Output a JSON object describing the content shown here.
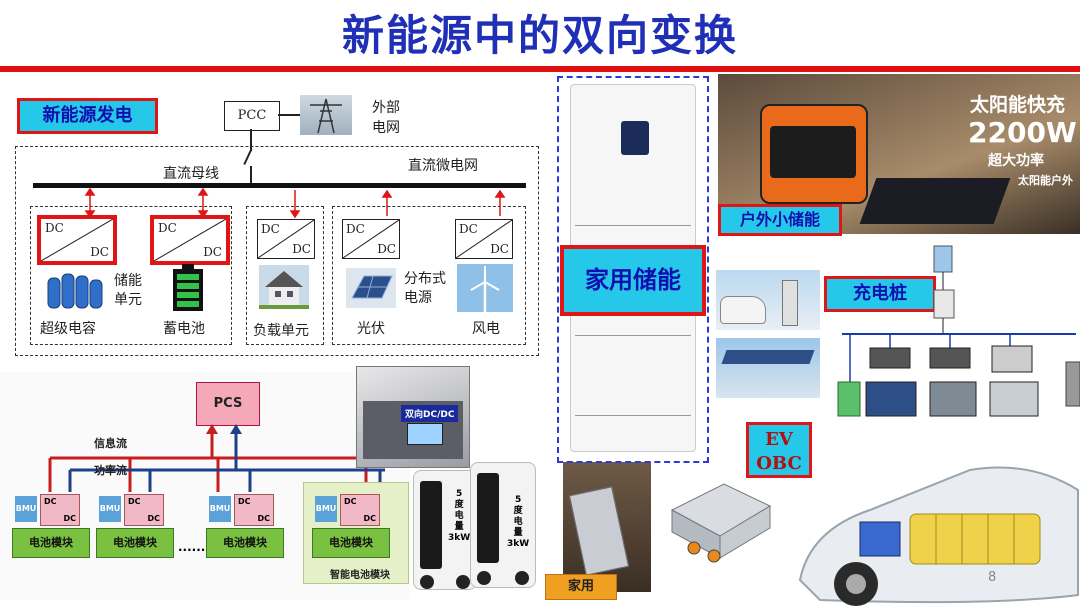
{
  "title": "新能源中的双向变换",
  "sections": {
    "renewable_gen": "新能源发电",
    "outdoor_storage": "户外小储能",
    "home_storage": "家用储能",
    "charging_pile": "充电桩",
    "ev_obc": "EV\nOBC"
  },
  "grid": {
    "pcc": "PCC",
    "external_grid": "外部\n电网",
    "dc_bus": "直流母线",
    "dc_microgrid": "直流微电网",
    "converter_top": "DC",
    "converter_bottom": "DC",
    "storage_unit": "储能\n单元",
    "distributed_source": "分布式\n电源",
    "labels": [
      "超级电容",
      "蓄电池",
      "负载单元",
      "光伏",
      "风电"
    ]
  },
  "outdoor_ad": {
    "line1": "太阳能快充",
    "line2": "2200W",
    "line3": "超大功率",
    "line4": "太阳能户外"
  },
  "battery_system": {
    "pcs": "PCS",
    "info_flow": "信息流",
    "power_flow": "功率流",
    "bmu": "BMU",
    "dc": "DC",
    "module": "电池模块",
    "dots": "......",
    "smart_module": "智能电池模块"
  },
  "bidirectional_dcdc": "双向DC/DC",
  "portable_unit": {
    "capacity": "5\n度\n电\n量\n3kW"
  },
  "home_use": "家用",
  "page_number": "8",
  "colors": {
    "title": "#1f2fb6",
    "accent_red": "#e01515",
    "tag_cyan": "#25c8e8"
  }
}
